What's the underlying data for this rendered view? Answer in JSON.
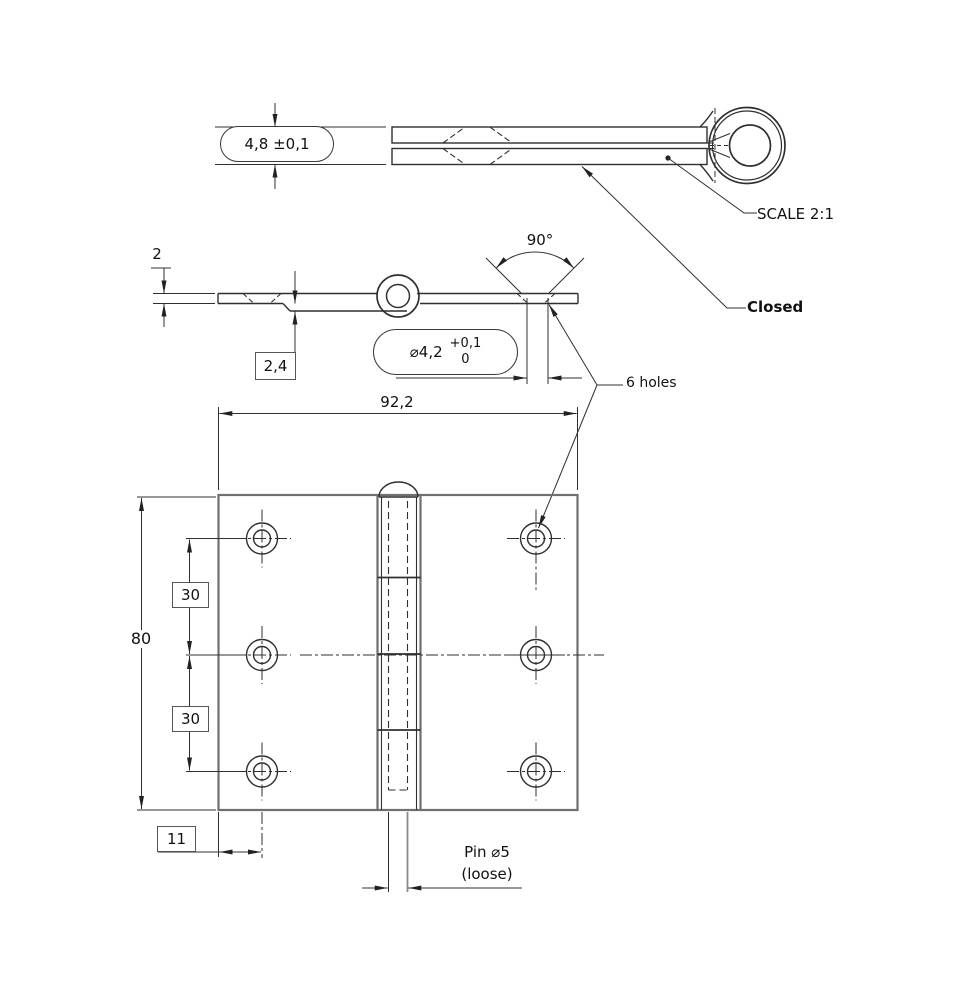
{
  "sheet": {
    "background": "#ffffff",
    "line_color": "#2f2f2f",
    "outline_color": "#6f6f6f"
  },
  "closed_view": {
    "thickness_callout": "4,8 ±0,1",
    "scale_label": "SCALE 2:1",
    "state_label": "Closed"
  },
  "side_view": {
    "leaf_thickness": "2",
    "leaf_offset": "2,4",
    "hole_diameter": "⌀4,2",
    "hole_tol_upper": "+0,1",
    "hole_tol_lower": "0",
    "countersink_angle": "90°",
    "holes_note": "6 holes"
  },
  "front_view": {
    "overall_width": "92,2",
    "overall_height": "80",
    "hole_pitch_upper": "30",
    "hole_pitch_lower": "30",
    "edge_distance": "11",
    "pin_label": "Pin ⌀5",
    "pin_note": "(loose)"
  }
}
